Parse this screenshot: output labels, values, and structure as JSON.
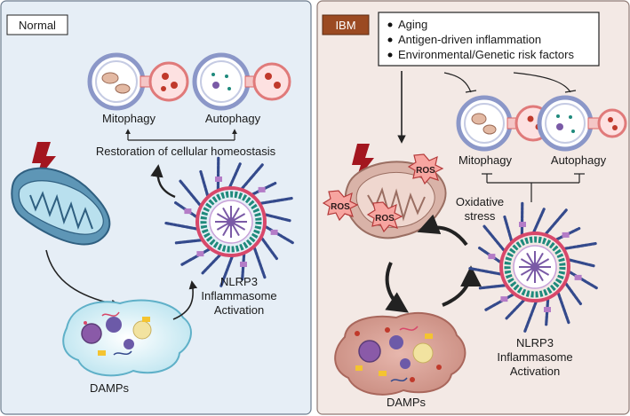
{
  "normal_panel": {
    "tag": "Normal",
    "mitophagy": "Mitophagy",
    "autophagy": "Autophagy",
    "restoration": "Restoration of cellular homeostasis",
    "inflammasome_line1": "NLRP3",
    "inflammasome_line2": "Inflammasome",
    "inflammasome_line3": "Activation",
    "damps": "DAMPs"
  },
  "ibm_panel": {
    "tag": "IBM",
    "risk_factors": [
      "Aging",
      "Antigen-driven inflammation",
      "Environmental/Genetic risk factors"
    ],
    "mitophagy": "Mitophagy",
    "autophagy": "Autophagy",
    "oxidative_line1": "Oxidative",
    "oxidative_line2": "stress",
    "ros": "ROS",
    "inflammasome_line1": "NLRP3",
    "inflammasome_line2": "Inflammasome",
    "inflammasome_line3": "Activation",
    "damps": "DAMPs"
  },
  "colors": {
    "normal_bg": "#e6eef6",
    "ibm_bg": "#f3e9e5",
    "ibm_tag": "#9b4a22",
    "ring_teal": "#1f8a7c",
    "ring_red": "#d8486a",
    "spoke_blue": "#344a8c",
    "purple": "#7a5aa6"
  }
}
